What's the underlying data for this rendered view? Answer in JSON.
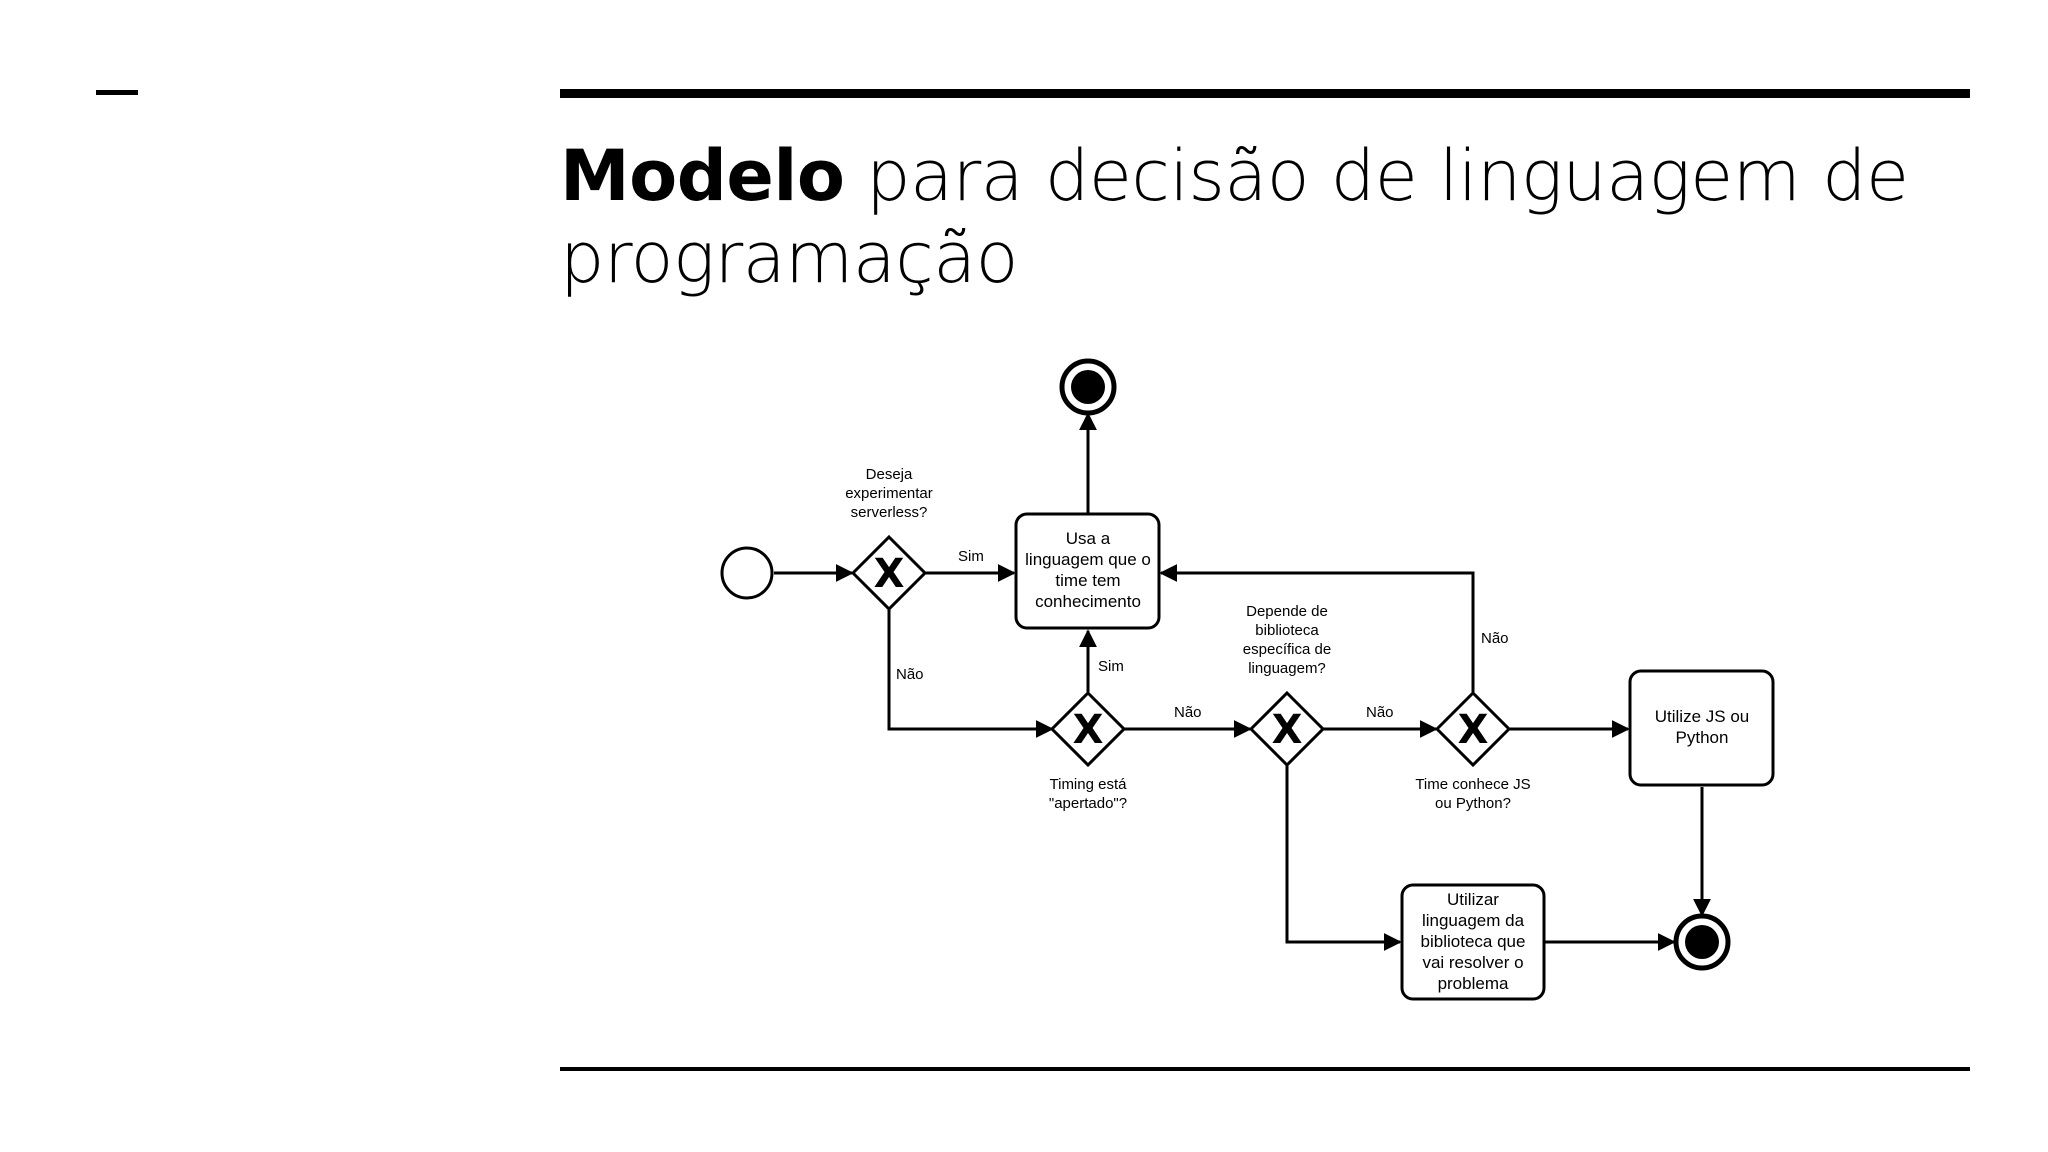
{
  "slide": {
    "title_bold": "Modelo",
    "title_rest_line1": " para decisão de linguagem de",
    "title_line2": "programação"
  },
  "diagram": {
    "gateways": {
      "serverless": {
        "mark": "X",
        "question": [
          "Deseja",
          "experimentar",
          "serverless?"
        ]
      },
      "timing": {
        "mark": "X",
        "question": [
          "Timing está",
          "\"apertado\"?"
        ]
      },
      "library": {
        "mark": "X",
        "question": [
          "Depende de",
          "biblioteca",
          "específica de",
          "linguagem?"
        ]
      },
      "team": {
        "mark": "X",
        "question": [
          "Time conhece JS",
          "ou Python?"
        ]
      }
    },
    "tasks": {
      "known_language": [
        "Usa a",
        "linguagem que o",
        "time tem",
        "conhecimento"
      ],
      "js_python": [
        "Utilize JS ou",
        "Python"
      ],
      "library_language": [
        "Utilizar",
        "linguagem da",
        "biblioteca que",
        "vai resolver o",
        "problema"
      ]
    },
    "edges": {
      "serverless_yes": "Sim",
      "serverless_no": "Não",
      "timing_yes": "Sim",
      "timing_no": "Não",
      "library_no": "Não",
      "team_no": "Não"
    }
  }
}
